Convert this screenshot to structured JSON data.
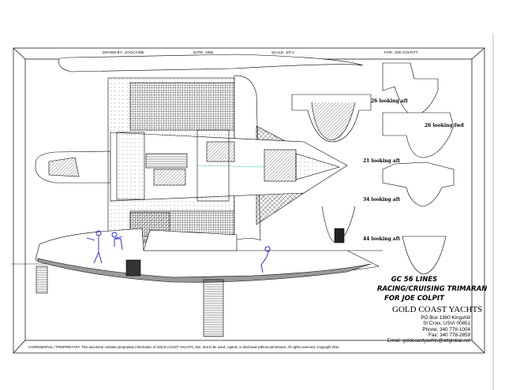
{
  "header": {
    "drawn_by": "DRAWN BY: JC/GCY/DB",
    "date": "DATE: 1996",
    "scale": "SCALE: 3/4\"1'",
    "for": "FOR: JOE COLPITT"
  },
  "sections": [
    {
      "label": "26 looking aft"
    },
    {
      "label": "26 looking fwd"
    },
    {
      "label": "21 looking aft"
    },
    {
      "label": "34 looking aft"
    },
    {
      "label": "44 looking aft"
    }
  ],
  "title": {
    "line1": "GC 56 LINES",
    "line2": "RACING/CRUISING TRIMARAN",
    "line3": "FOR JOE COLPIT"
  },
  "company": {
    "name": "GOLD COAST YACHTS",
    "address1": "PO Box 1980 Kingshill",
    "address2": "St Croix, USVI 00851",
    "phone": "Phone: 340 778-1004",
    "fax": "Fax: 340 778-2859",
    "email": "Email: goldcoastyachts@attglobal.net"
  },
  "footer": {
    "notice": "CONFIDENTIAL / PROPRIETARY.  This document contains proprietary information of GOLD COAST YACHTS, INC. Not to be used, copied, or disclosed without permission. All rights reserved. Copyright 2011"
  },
  "colors": {
    "figure": "#1a1acc",
    "line": "#000000",
    "frame_gray": "#bbbbbb"
  }
}
